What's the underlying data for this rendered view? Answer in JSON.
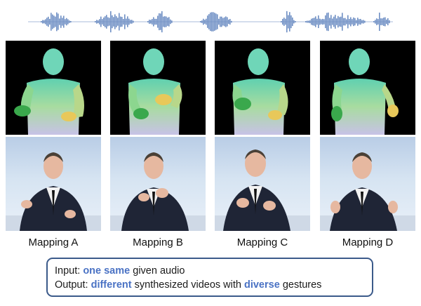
{
  "captions": [
    "Mapping A",
    "Mapping B",
    "Mapping C",
    "Mapping D"
  ],
  "info": {
    "input_label": "Input:",
    "input_highlight": "one same",
    "input_rest": "given audio",
    "output_label": "Output:",
    "output_highlight_1": "different",
    "output_mid": "synthesized videos with",
    "output_highlight_2": "diverse",
    "output_rest": "gestures"
  },
  "colors": {
    "waveform": "#6f8fc4",
    "highlight": "#4a72c4",
    "box_border": "#3b5a8a"
  }
}
